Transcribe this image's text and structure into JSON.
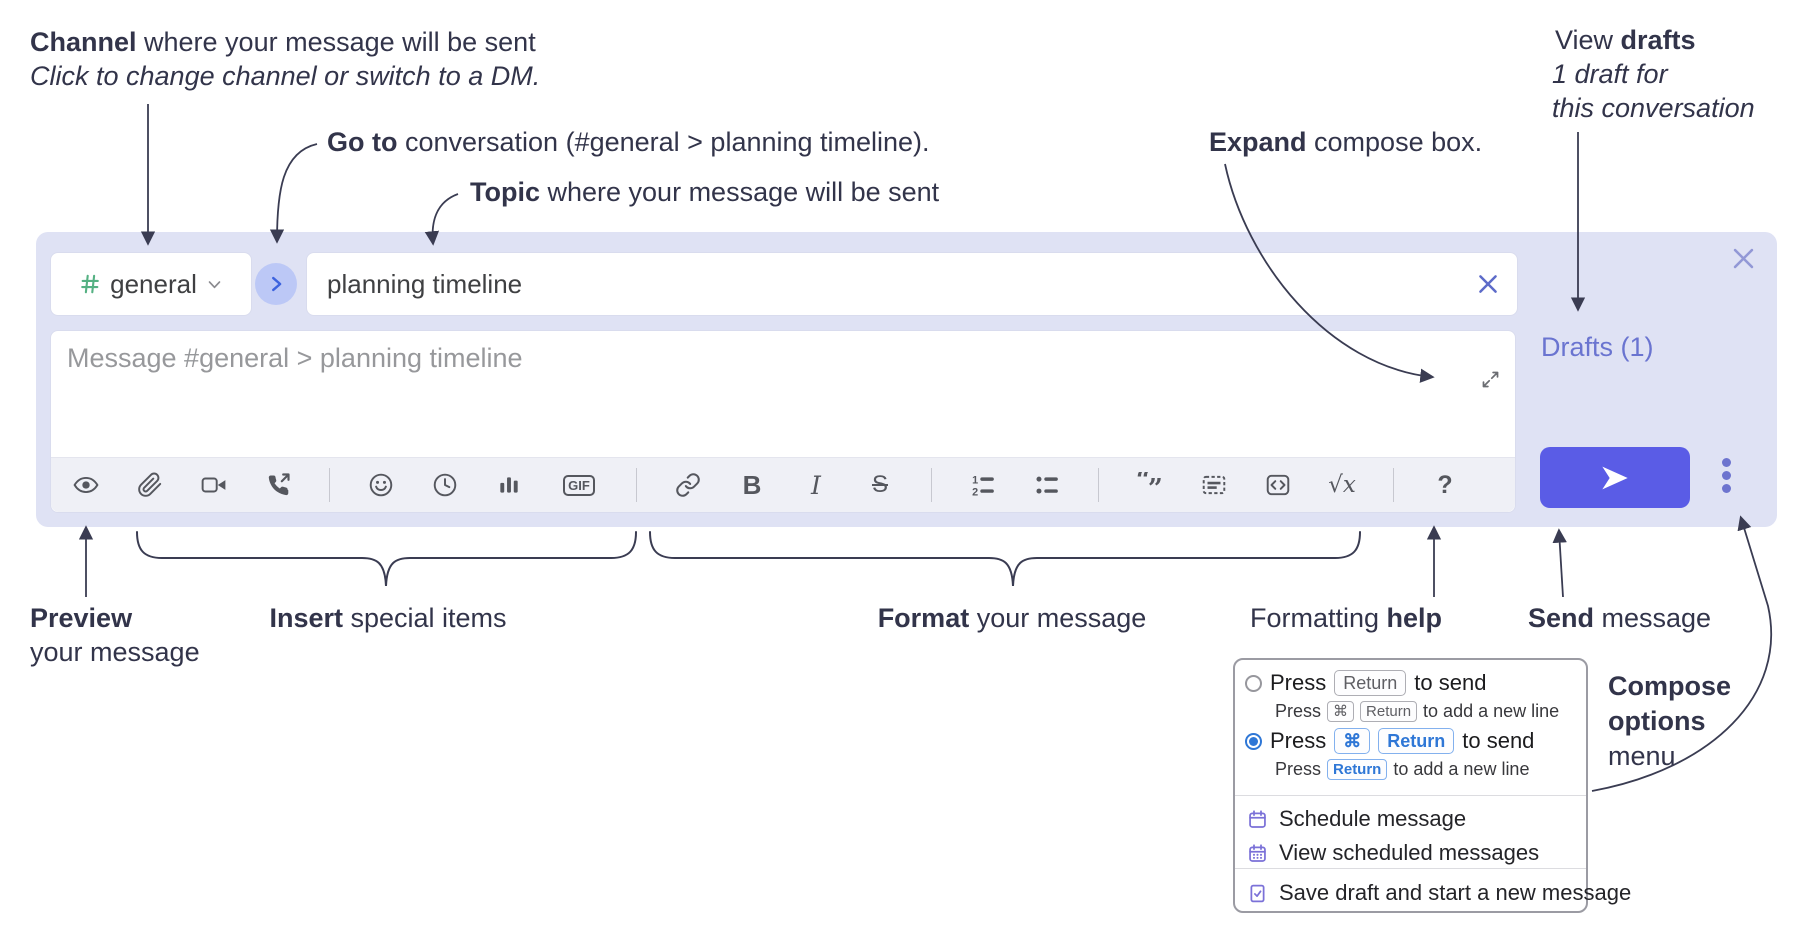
{
  "annotations": {
    "channel": {
      "bold": "Channel",
      "rest": " where your message will be sent",
      "sub": "Click to change channel or switch to a DM."
    },
    "goto": {
      "bold": "Go to",
      "rest": " conversation (#general > planning timeline)."
    },
    "topic": {
      "bold": "Topic",
      "rest": " where your message will be sent"
    },
    "expand": {
      "bold": "Expand",
      "rest": " compose box."
    },
    "view_drafts": {
      "pre": "View ",
      "bold": "drafts",
      "line2": "1 draft for",
      "line3": "this conversation"
    },
    "preview": {
      "bold": "Preview",
      "line2": "your message"
    },
    "insert": {
      "bold": "Insert",
      "rest": " special items"
    },
    "format": {
      "bold": "Format",
      "rest": " your message"
    },
    "help": {
      "pre": "Formatting ",
      "bold": "help"
    },
    "send": {
      "bold": "Send",
      "rest": " message"
    },
    "compose_options": {
      "line1": "Compose",
      "line2": "options",
      "line3": "menu"
    }
  },
  "compose": {
    "channel_name": "general",
    "topic_value": "planning timeline",
    "message_placeholder": "Message #general > planning timeline",
    "drafts_label": "Drafts (1)",
    "toolbar": {
      "bold": "B",
      "italic": "I",
      "strike": "S",
      "gif": "GIF",
      "math": "√x",
      "help": "?"
    }
  },
  "popup": {
    "option1": {
      "press": "Press",
      "key": "Return",
      "suffix": "to send",
      "sub_press": "Press",
      "sub_key1": "⌘",
      "sub_key2": "Return",
      "sub_suffix": "to add a new line"
    },
    "option2": {
      "press": "Press",
      "key1": "⌘",
      "key2": "Return",
      "suffix": "to send",
      "sub_press": "Press",
      "sub_key": "Return",
      "sub_suffix": "to add a new line"
    },
    "schedule": "Schedule message",
    "view_scheduled": "View scheduled messages",
    "save_draft": "Save draft and start a new message"
  },
  "colors": {
    "compose_bg": "#dfe2f4",
    "send_button": "#5a5ce6",
    "drafts_link": "#6a74d0",
    "channel_green": "#55b183",
    "selected_blue": "#2f77d6"
  }
}
